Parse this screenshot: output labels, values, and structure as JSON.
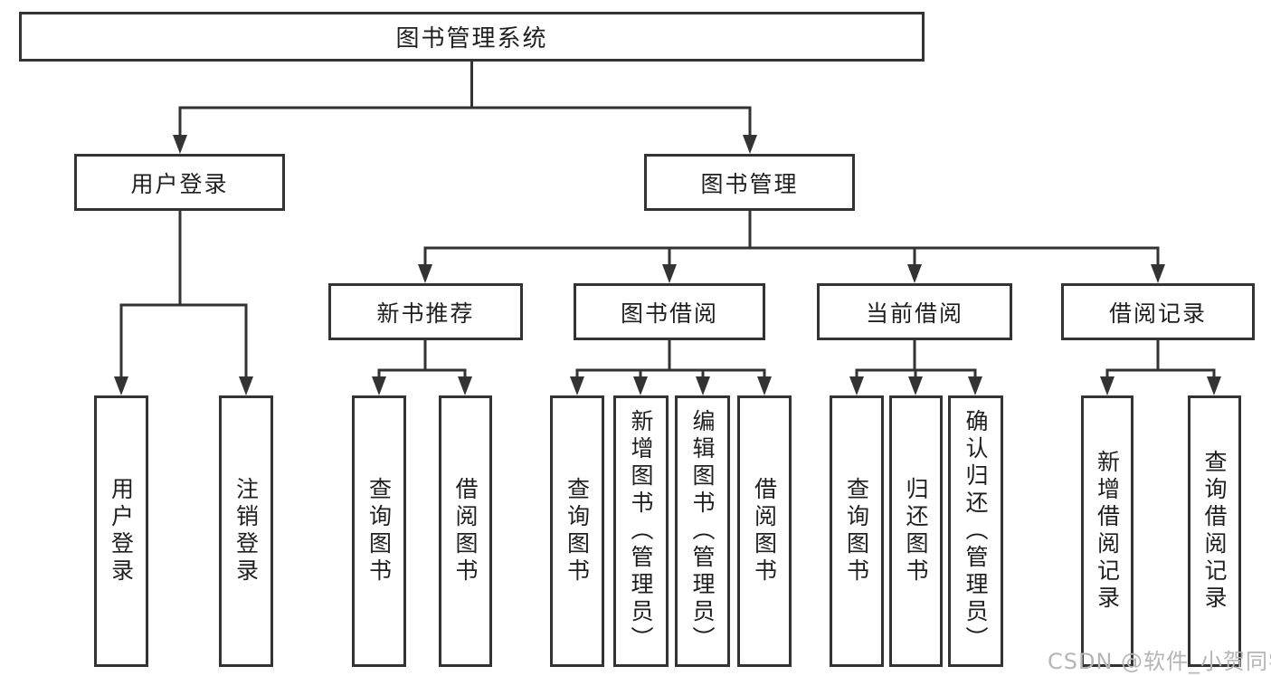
{
  "diagram": {
    "root": {
      "label": "图书管理系统"
    },
    "level2": [
      {
        "label": "用户登录",
        "children": [
          {
            "label": "用户登录"
          },
          {
            "label": "注销登录"
          }
        ]
      },
      {
        "label": "图书管理",
        "children": [
          {
            "label": "新书推荐",
            "children": [
              {
                "label": "查询图书"
              },
              {
                "label": "借阅图书"
              }
            ]
          },
          {
            "label": "图书借阅",
            "children": [
              {
                "label": "查询图书"
              },
              {
                "label": "新增图书（管理员）"
              },
              {
                "label": "编辑图书（管理员）"
              },
              {
                "label": "借阅图书"
              }
            ]
          },
          {
            "label": "当前借阅",
            "children": [
              {
                "label": "查询图书"
              },
              {
                "label": "归还图书"
              },
              {
                "label": "确认归还（管理员）"
              }
            ]
          },
          {
            "label": "借阅记录",
            "children": [
              {
                "label": "新增借阅记录"
              },
              {
                "label": "查询借阅记录"
              }
            ]
          }
        ]
      }
    ]
  },
  "watermark": {
    "text": "CSDN @软件_小贺同学"
  },
  "colors": {
    "line": "#333333",
    "box_border": "#333333",
    "box_fill": "#ffffff",
    "text": "#1f1f1f",
    "watermark": "#b5b5b5"
  }
}
